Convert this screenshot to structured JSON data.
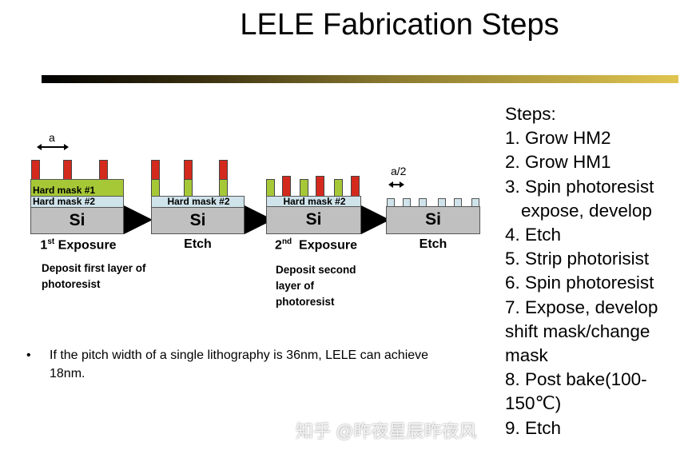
{
  "title": "LELE Fabrication Steps",
  "diagram": {
    "pitch_label": "a",
    "half_pitch_label": "a/2",
    "hard_mask_1": "Hard mask #1",
    "hard_mask_2": "Hard mask #2",
    "si": "Si",
    "cap1_num": "1",
    "cap1_sup": "st",
    "cap1_text": " Exposure",
    "cap2": "Etch",
    "cap3_num": "2",
    "cap3_sup": "nd",
    "cap3_text": "  Exposure",
    "cap4": "Etch",
    "desc1": "Deposit first layer of photoresist",
    "desc2": "Deposit second layer of photoresist",
    "colors": {
      "resist": "#d42a1e",
      "hard_mask_1": "#a6c837",
      "hard_mask_2": "#cfe3ea",
      "si": "#c0c0c0"
    }
  },
  "steps": {
    "heading": "Steps:",
    "items": [
      "1. Grow HM2",
      "2. Grow HM1",
      "3. Spin photoresist",
      "   expose, develop",
      "4. Etch",
      "5. Strip photorisist",
      "6. Spin photoresist",
      "7. Expose, develop",
      "shift mask/change",
      "mask",
      "8. Post bake(100-",
      "150℃)",
      "9. Etch"
    ]
  },
  "bullet": {
    "marker": "•",
    "text": "If the pitch width of a single lithography is 36nm, LELE can achieve 18nm."
  },
  "watermark": "知乎 @昨夜星辰昨夜风"
}
